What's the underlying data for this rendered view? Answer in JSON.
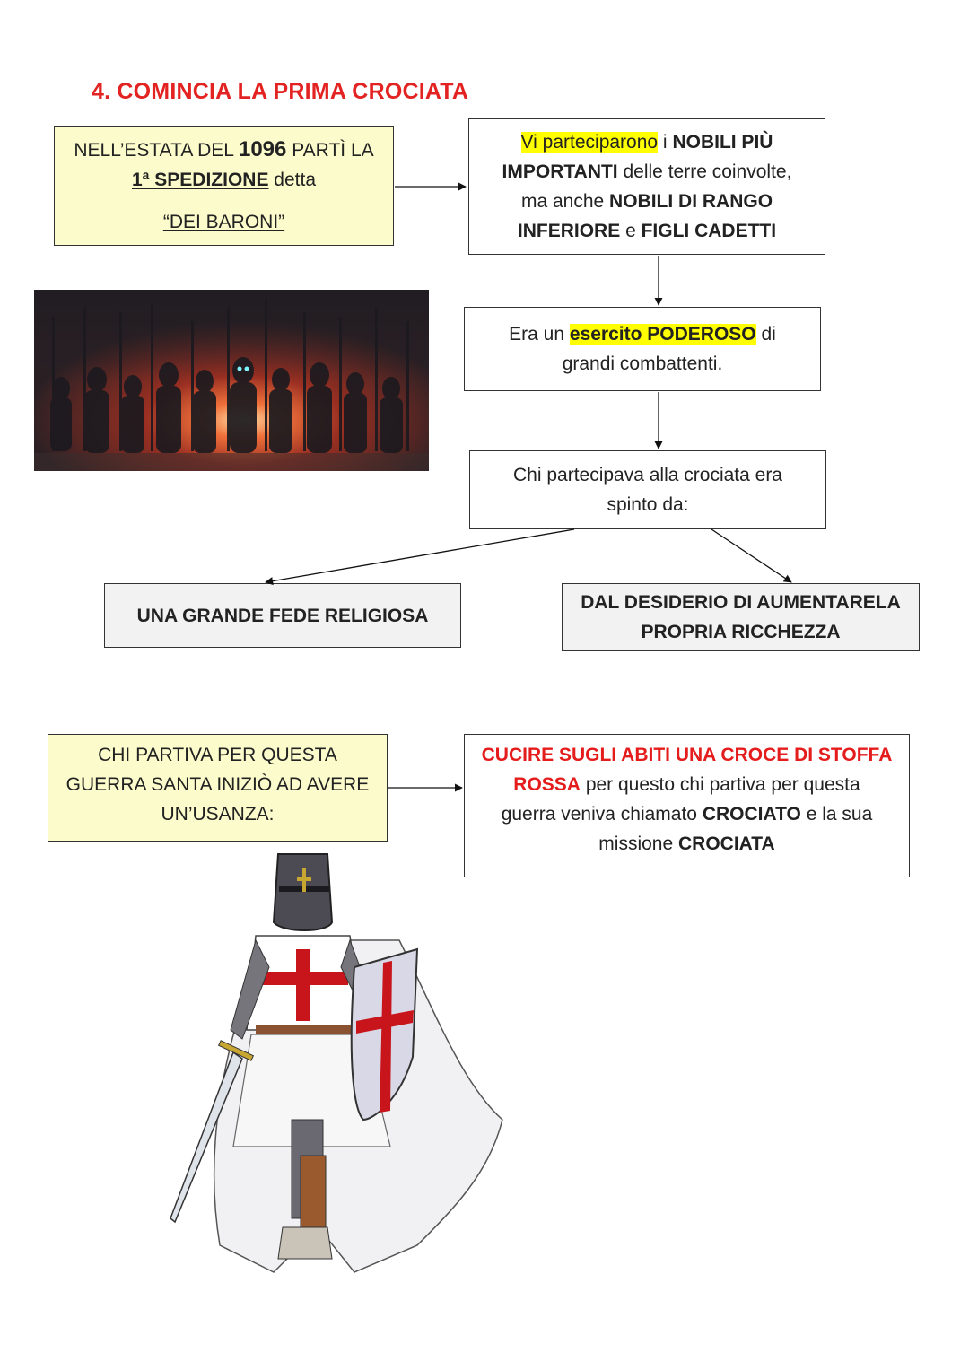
{
  "title": "4. COMINCIA LA PRIMA CROCIATA",
  "box_expedition": {
    "l1_a": "NELL’ESTATA DEL ",
    "l1_b": "1096",
    "l1_c": " PARTÌ LA",
    "l2_a": "1ª SPEDIZIONE",
    "l2_b": " detta",
    "l3": "“DEI BARONI”"
  },
  "box_participants": {
    "l1_a": "Vi parteciparono",
    "l1_b": " i ",
    "l1_c": "NOBILI PIÙ",
    "l2_a": "IMPORTANTI",
    "l2_b": " delle terre coinvolte,",
    "l3_a": "ma anche ",
    "l3_b": "NOBILI DI RANGO",
    "l4_a": "INFERIORE",
    "l4_b": " e ",
    "l4_c": "FIGLI CADETTI"
  },
  "box_army": {
    "l1_a": "Era un ",
    "l1_b": "esercito PODEROSO",
    "l1_c": " di",
    "l2": "grandi combattenti."
  },
  "box_motive": {
    "l1": "Chi partecipava alla crociata era",
    "l2": "spinto da:"
  },
  "box_faith": {
    "text": "UNA GRANDE FEDE RELIGIOSA"
  },
  "box_wealth": {
    "l1": "DAL DESIDERIO DI AUMENTARELA",
    "l2": "PROPRIA RICCHEZZA"
  },
  "box_custom": {
    "l1": "CHI PARTIVA PER QUESTA",
    "l2": "GUERRA SANTA INIZIÒ AD AVERE",
    "l3": "UN’USANZA:"
  },
  "box_cross": {
    "l1": "CUCIRE SUGLI ABITI UNA CROCE DI STOFFA",
    "l2_a": "ROSSA",
    "l2_b": " per questo chi partiva per questa",
    "l3_a": "guerra veniva chiamato ",
    "l3_b": "CROCIATO",
    "l3_c": " e la sua",
    "l4_a": "missione ",
    "l4_b": "CROCIATA"
  },
  "colors": {
    "title_red": "#e32222",
    "highlight": "#ffff00",
    "note_yellow": "#fbfbcb",
    "note_grey": "#f2f2f2",
    "cross_red": "#c8151b"
  },
  "images": {
    "army_image": "army-silhouette-image",
    "knight_image": "crusader-knight-drawing"
  }
}
